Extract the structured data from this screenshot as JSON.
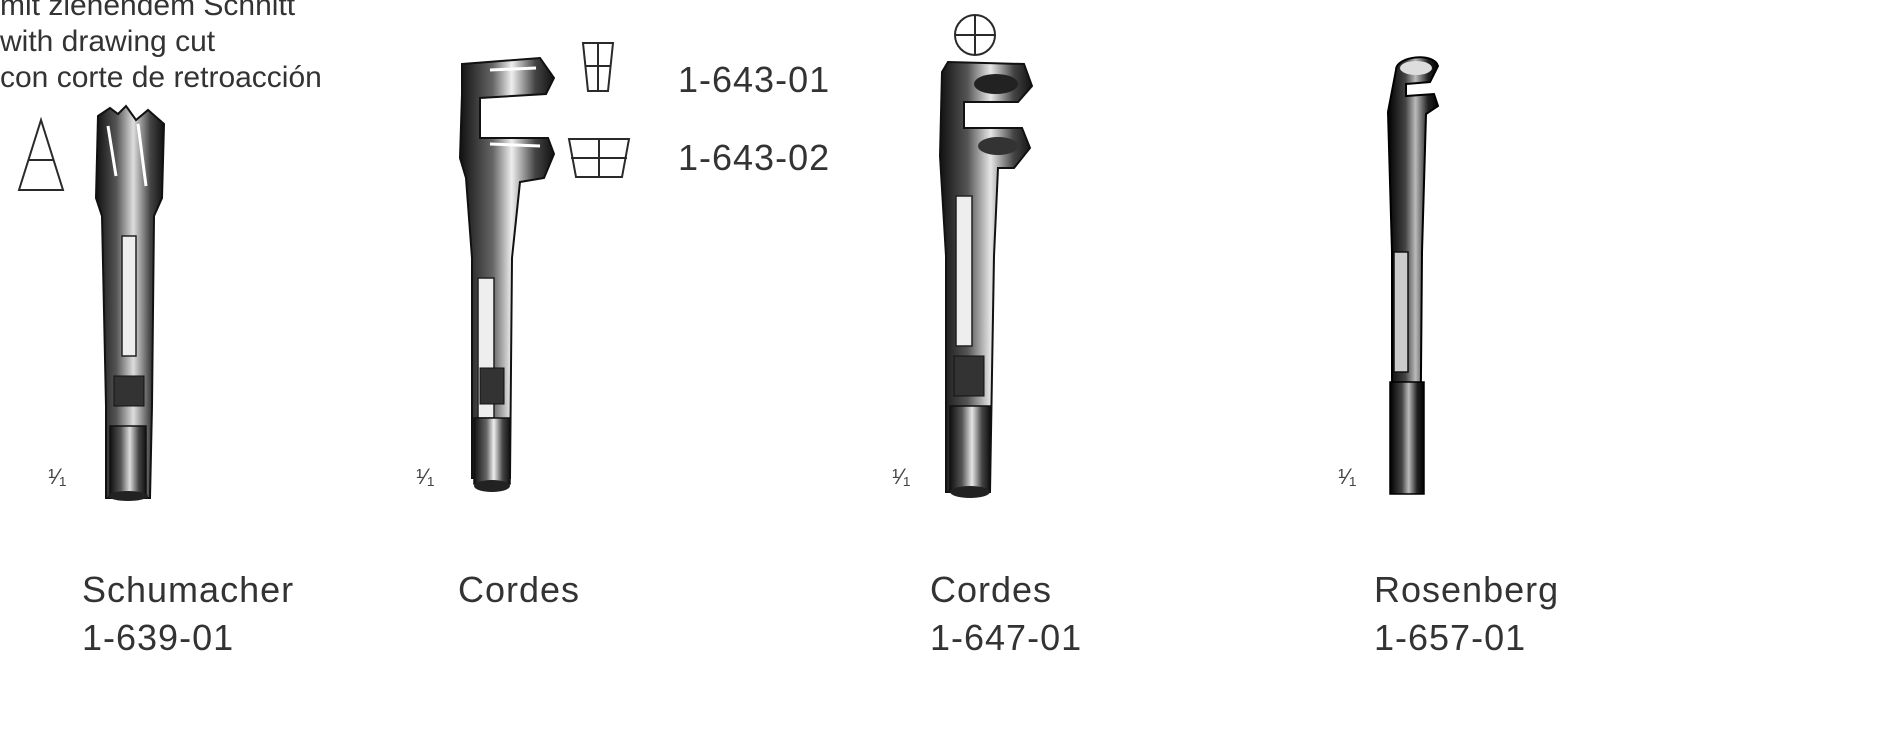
{
  "caption": {
    "line1": "mit ziehendem Schnitt",
    "line2": "with drawing cut",
    "line3": "con corte de retroacción"
  },
  "instruments": [
    {
      "name": "Schumacher",
      "code": "1-639-01",
      "scale": "¹⁄₁"
    },
    {
      "name": "Cordes",
      "scale": "¹⁄₁"
    },
    {
      "name": "Cordes",
      "code": "1-647-01",
      "scale": "¹⁄₁"
    },
    {
      "name": "Rosenberg",
      "code": "1-657-01",
      "scale": "¹⁄₁"
    }
  ],
  "variants": [
    {
      "code": "1-643-01",
      "symbol": "narrow-trapezoid-cross-icon"
    },
    {
      "code": "1-643-02",
      "symbol": "wide-trapezoid-cross-icon"
    }
  ],
  "symbols": {
    "schumacher": "triangle-cut-icon",
    "cordes_round": "circle-cross-icon"
  },
  "colors": {
    "ink": "#2a2a2a",
    "background": "#ffffff"
  }
}
